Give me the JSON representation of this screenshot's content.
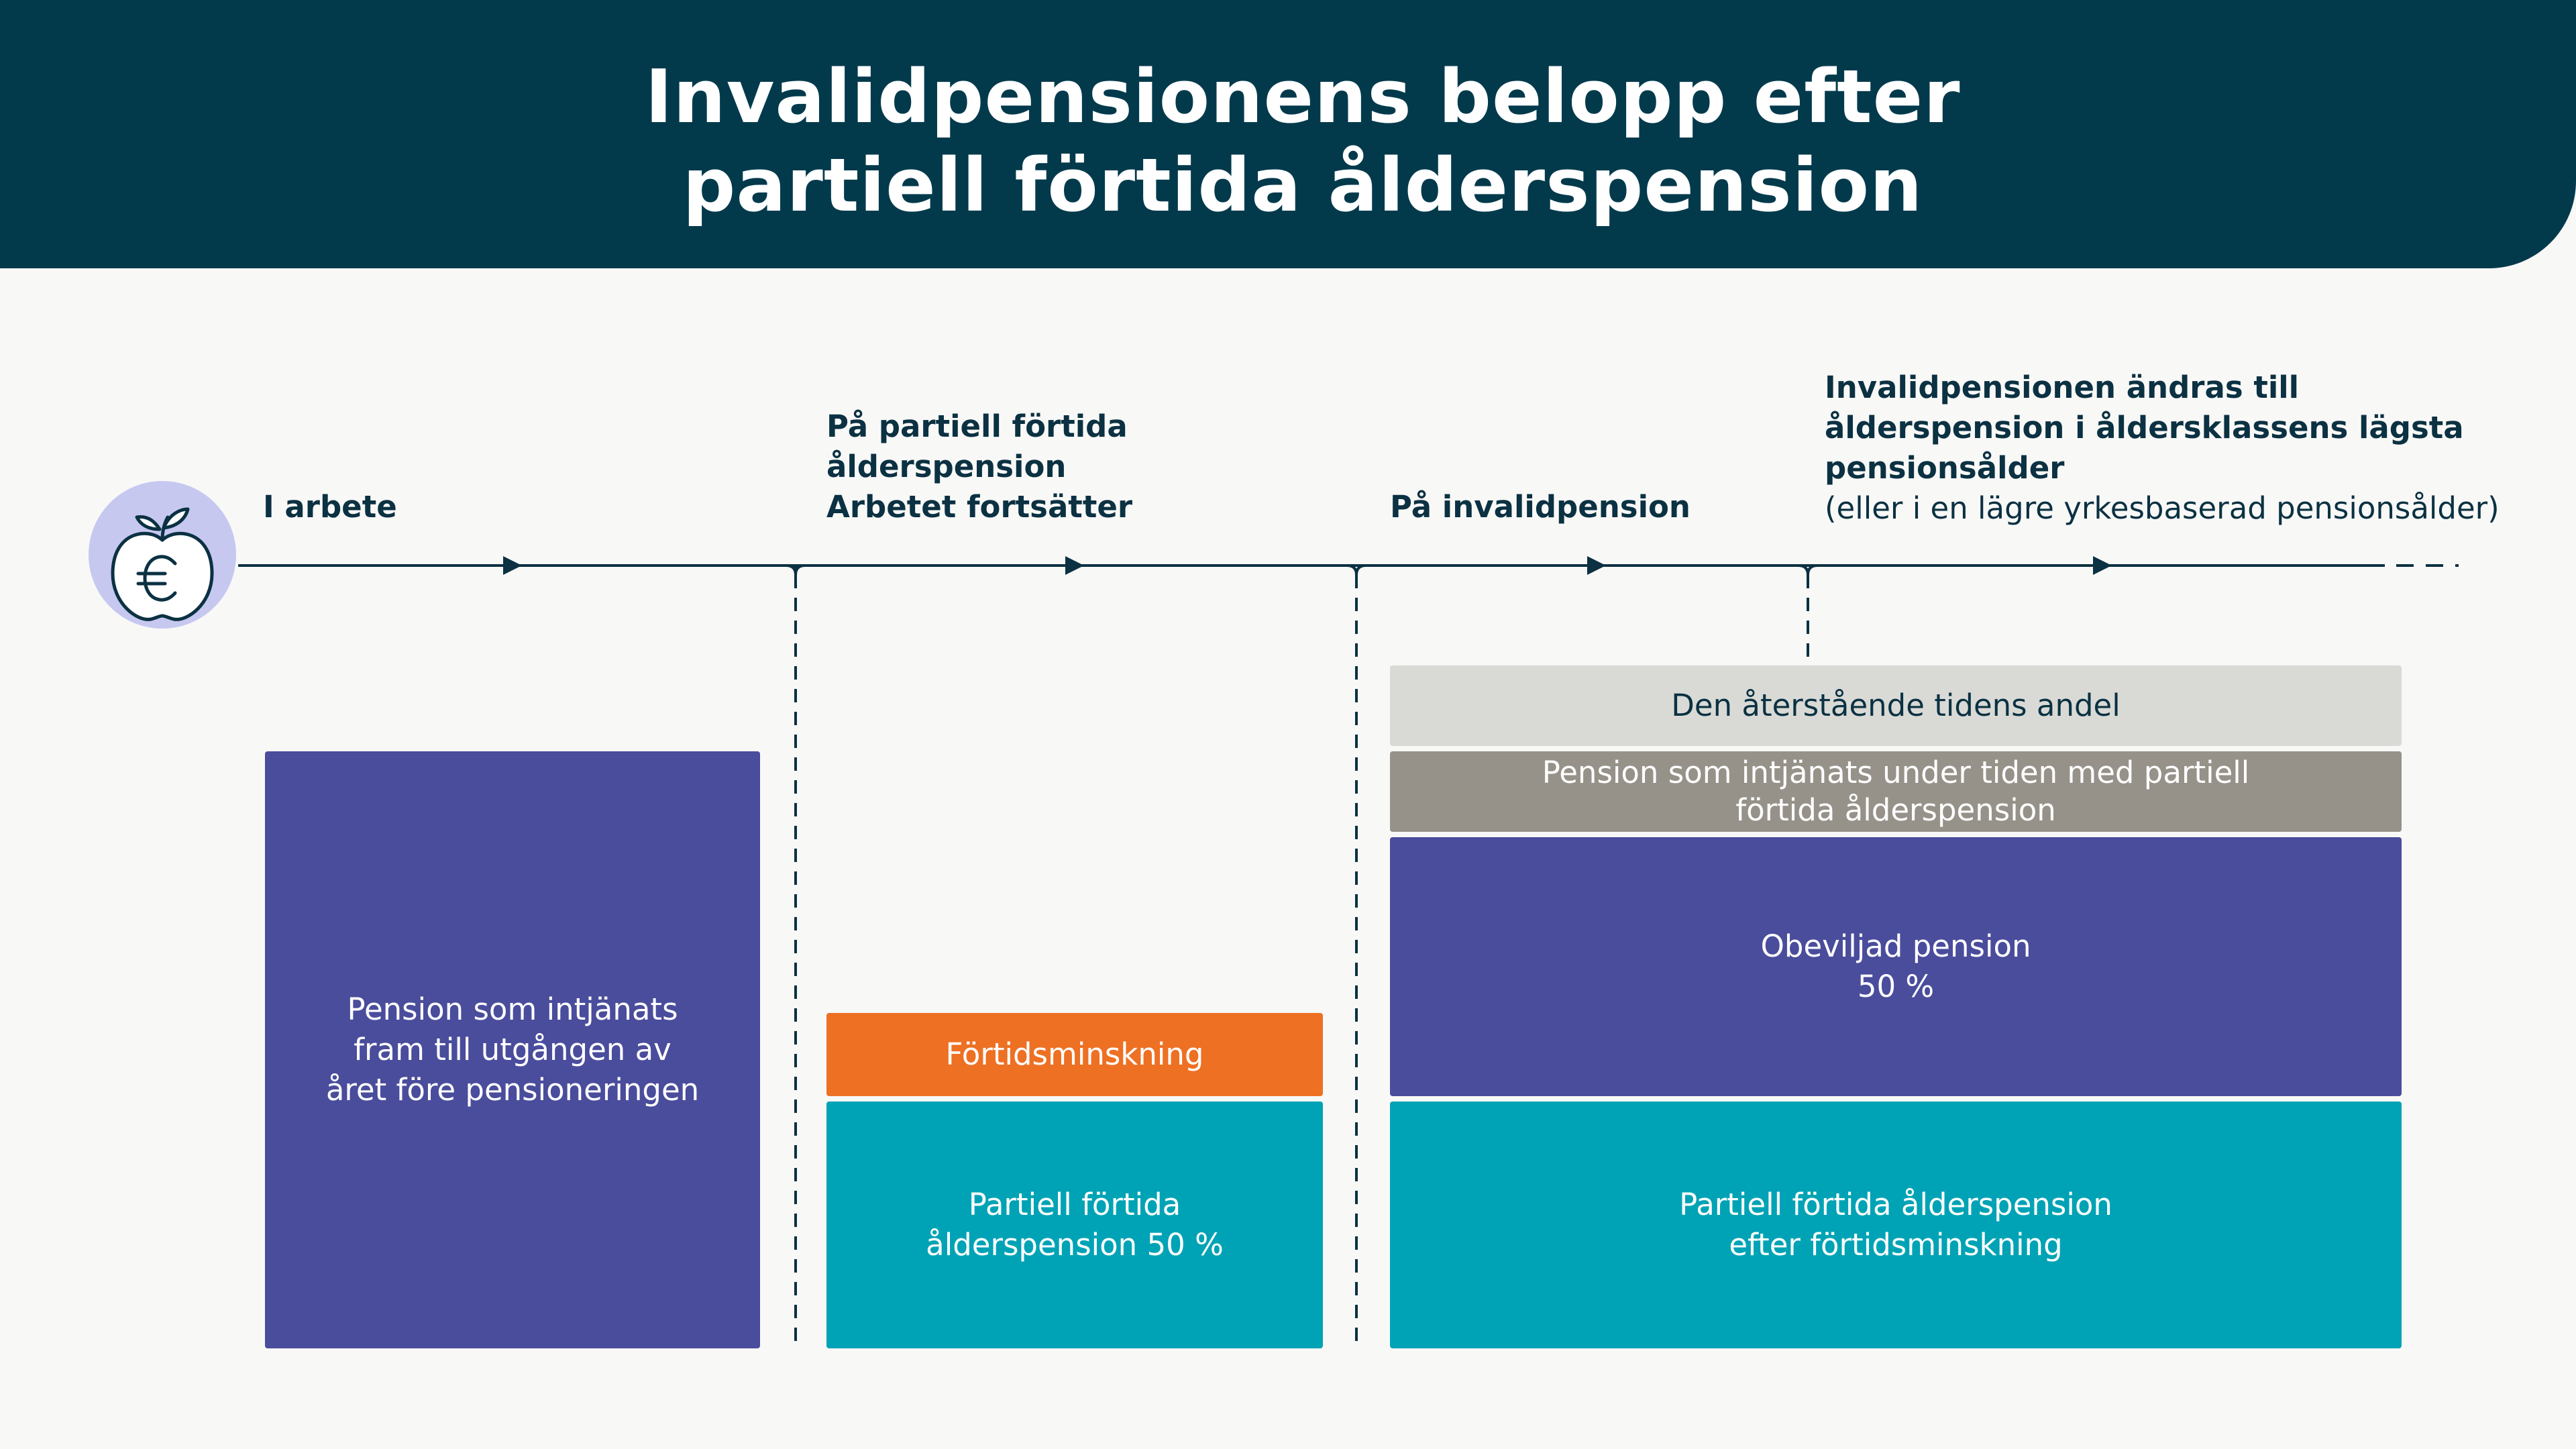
{
  "title": {
    "line1": "Invalidpensionens belopp efter",
    "line2": "partiell förtida ålderspension"
  },
  "stages": [
    {
      "lines": [
        "I arbete"
      ],
      "note": ""
    },
    {
      "lines": [
        "På partiell förtida",
        "ålderspension",
        "Arbetet fortsätter"
      ],
      "note": ""
    },
    {
      "lines": [
        "På invalidpension"
      ],
      "note": ""
    },
    {
      "lines": [
        "Invalidpensionen ändras till",
        "ålderspension i åldersklassens lägsta",
        "pensionsålder"
      ],
      "note": "(eller i en lägre yrkesbaserad pensionsålder)"
    }
  ],
  "boxes": {
    "earned": [
      "Pension som intjänats",
      "fram till utgången av",
      "året före pensioneringen"
    ],
    "reduction": [
      "Förtidsminskning"
    ],
    "partial": [
      "Partiell förtida",
      "ålderspension 50 %"
    ],
    "remaining": [
      "Den återstående tidens andel"
    ],
    "earned_partial": [
      "Pension som intjänats under tiden med partiell",
      "förtida ålderspension"
    ],
    "unapproved": [
      "Obeviljad pension",
      "50 %"
    ],
    "partial_after": [
      "Partiell förtida ålderspension",
      "efter förtidsminskning"
    ]
  },
  "icons": {
    "logo": "euro-apple-icon",
    "arrow": "arrow-right-icon"
  },
  "colors": {
    "header": "#023a4c",
    "purple": "#4a4c9c",
    "teal": "#00a3b5",
    "orange": "#ee7023",
    "light_grey": "#d9dad6",
    "taupe": "#96928a",
    "logo_circle": "#c6c8f0"
  }
}
